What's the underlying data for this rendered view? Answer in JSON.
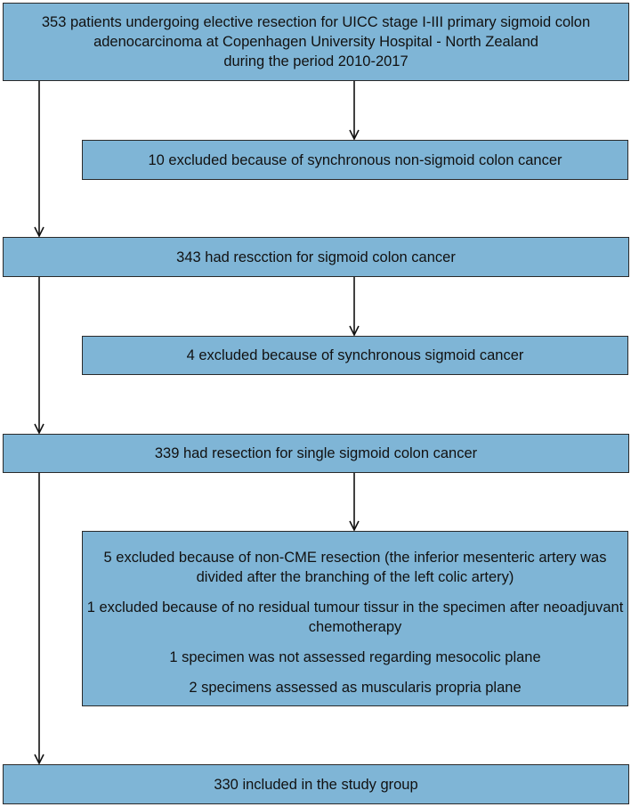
{
  "theme": {
    "box_fill": "#7fb5d6",
    "box_border": "#2a2a2a",
    "arrow_color": "#111111"
  },
  "boxes": {
    "start": [
      "353 patients undergoing elective resection for UICC stage I-III primary sigmoid colon",
      "adenocarcinoma at Copenhagen University Hospital - North Zealand",
      "during the period 2010-2017"
    ],
    "exclusion_1": "10 excluded because of synchronous non-sigmoid colon cancer",
    "step_2": "343 had rescction for sigmoid colon cancer",
    "exclusion_2": "4 excluded because of synchronous sigmoid cancer",
    "step_3": "339 had resection for single sigmoid colon cancer",
    "exclusion_3": [
      "5 excluded because of non-CME resection (the inferior mesenteric artery was divided after the branching of the left colic artery)",
      "1 excluded because of no residual tumour tissur in the specimen after neoadjuvant chemotherapy",
      "1 specimen was not assessed regarding mesocolic plane",
      "2 specimens assessed as muscularis propria plane"
    ],
    "final": "330 included in the study group"
  }
}
